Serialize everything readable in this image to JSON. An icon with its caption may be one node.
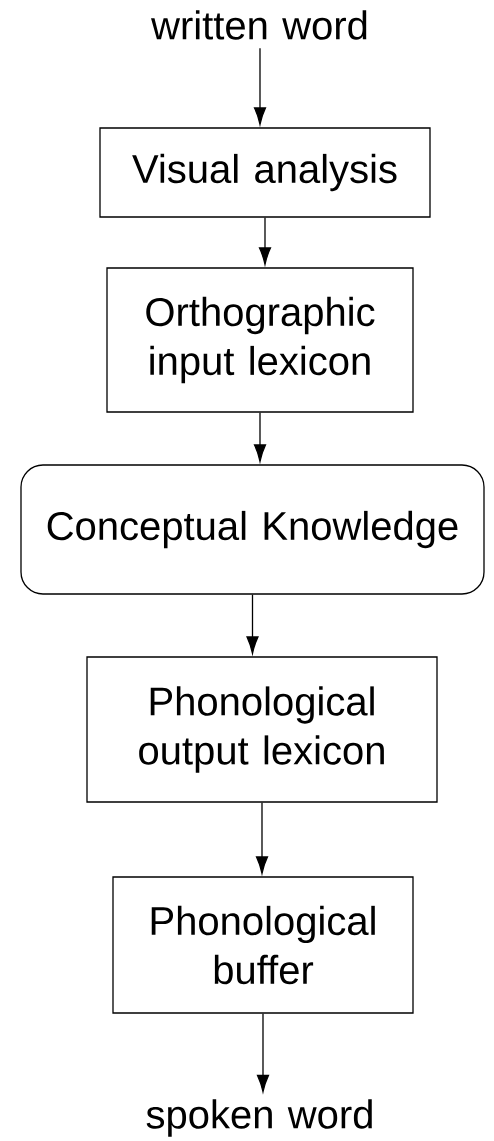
{
  "diagram": {
    "nodes": [
      {
        "text": [
          "written word"
        ]
      },
      {
        "text": [
          "Visual analysis"
        ]
      },
      {
        "text": [
          "Orthographic input lexicon"
        ]
      },
      {
        "text": [
          "Conceptual Knowledge"
        ]
      },
      {
        "text": [
          "Phonological output lexicon"
        ]
      },
      {
        "text": [
          "Phonological buffer"
        ]
      },
      {
        "text": [
          "spoken word"
        ]
      }
    ],
    "edges": [
      {
        "from": 0,
        "to": 1,
        "arrow": "to"
      },
      {
        "from": 1,
        "to": 2,
        "arrow": "to"
      },
      {
        "from": 2,
        "to": 3,
        "arrow": "to"
      },
      {
        "from": 3,
        "to": 4,
        "arrow": "to"
      },
      {
        "from": 4,
        "to": 5,
        "arrow": "to"
      },
      {
        "from": 5,
        "to": 6,
        "arrow": "to"
      }
    ]
  }
}
